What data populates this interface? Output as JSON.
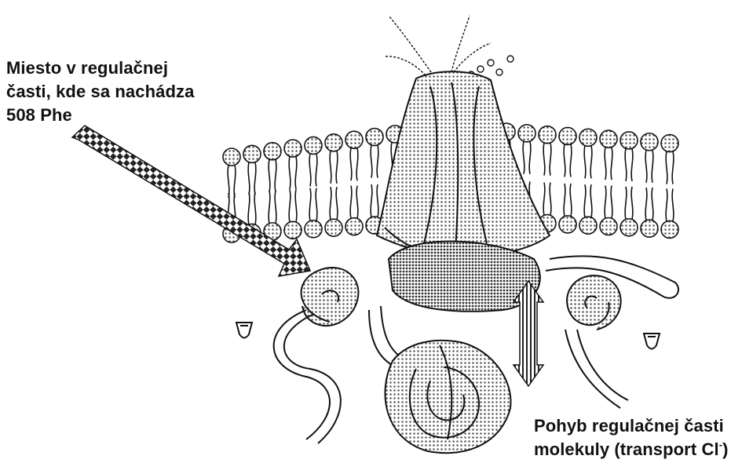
{
  "labels": {
    "site": {
      "line1": "Miesto v regulačnej",
      "line2": "časti, kde sa nachádza",
      "line3": "508 Phe"
    },
    "movement": {
      "line1": "Pohyb regulačnej časti",
      "line2_main": "molekuly (transport Cl",
      "line2_sup": "-",
      "line2_end": ")"
    }
  },
  "colors": {
    "ink": "#111111",
    "dots": "#555555",
    "background": "#ffffff"
  }
}
